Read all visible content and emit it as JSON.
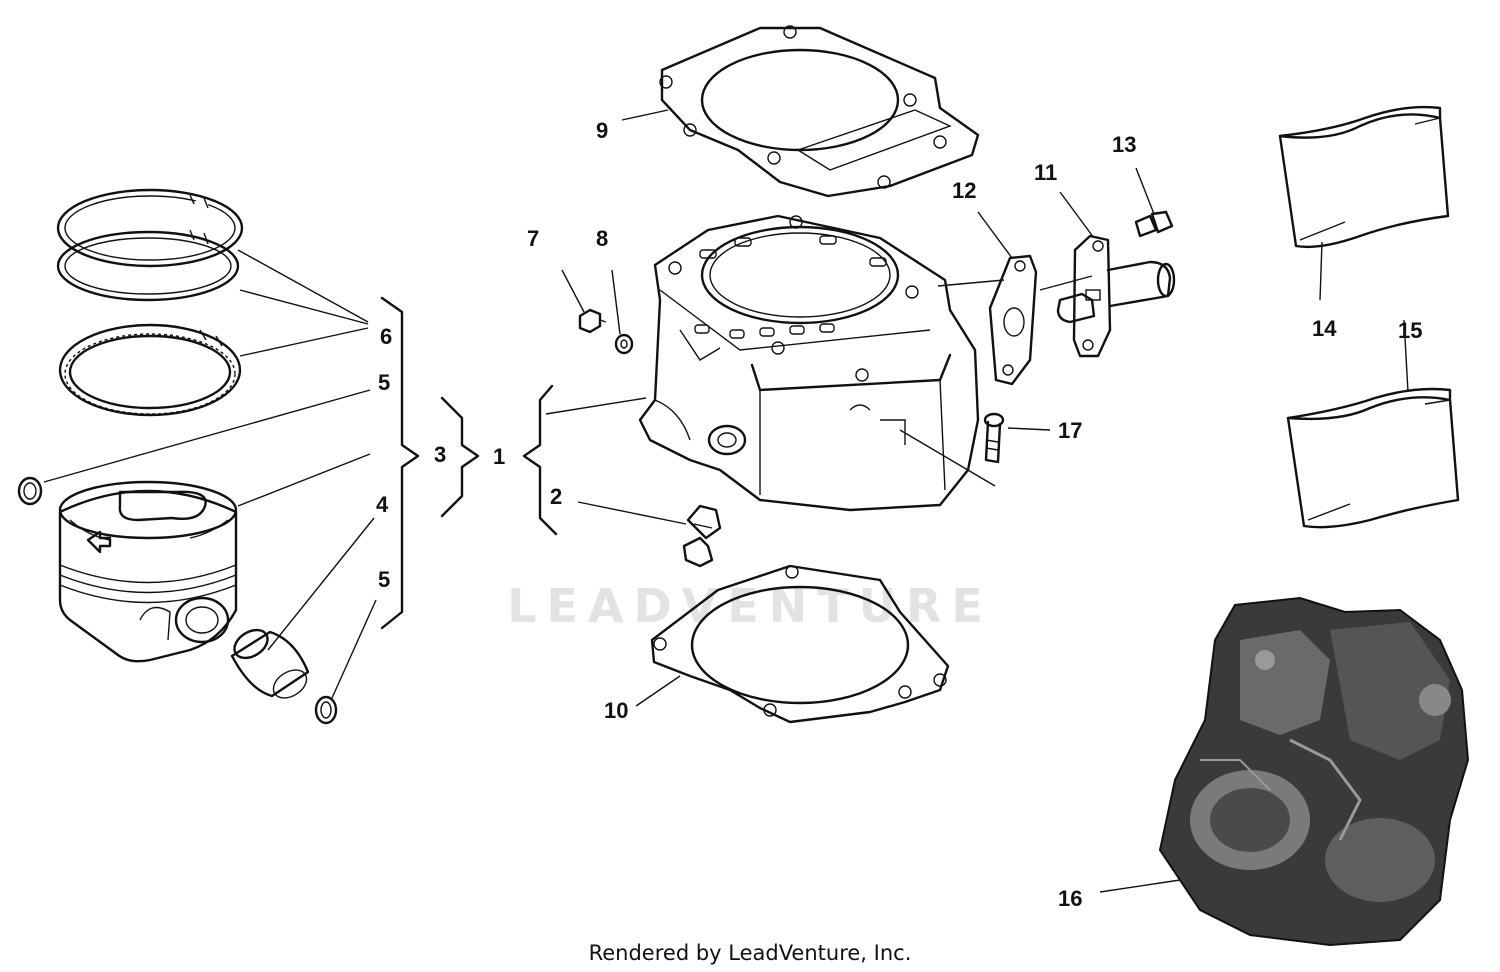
{
  "watermark": "LEADVENTURE",
  "footer": "Rendered by LeadVenture, Inc.",
  "callouts": {
    "c1": "1",
    "c2": "2",
    "c3": "3",
    "c4": "4",
    "c5a": "5",
    "c5b": "5",
    "c6": "6",
    "c7": "7",
    "c8": "8",
    "c9": "9",
    "c10": "10",
    "c11": "11",
    "c12": "12",
    "c13": "13",
    "c14": "14",
    "c15": "15",
    "c16": "16",
    "c17": "17"
  },
  "parts": [
    {
      "ref": "1",
      "icon": "cylinder-icon"
    },
    {
      "ref": "2",
      "icon": "nipple-fitting-icon"
    },
    {
      "ref": "3",
      "icon": "piston-assembly-icon"
    },
    {
      "ref": "4",
      "icon": "piston-pin-icon"
    },
    {
      "ref": "5",
      "icon": "circlip-icon"
    },
    {
      "ref": "6",
      "icon": "piston-rings-icon"
    },
    {
      "ref": "7",
      "icon": "plug-screw-icon"
    },
    {
      "ref": "8",
      "icon": "washer-icon"
    },
    {
      "ref": "9",
      "icon": "head-gasket-icon"
    },
    {
      "ref": "10",
      "icon": "base-gasket-icon"
    },
    {
      "ref": "11",
      "icon": "chain-tensioner-icon"
    },
    {
      "ref": "12",
      "icon": "tensioner-gasket-icon"
    },
    {
      "ref": "13",
      "icon": "tensioner-plug-icon"
    },
    {
      "ref": "14",
      "icon": "sealant-bag-icon"
    },
    {
      "ref": "15",
      "icon": "sealant-bag-icon"
    },
    {
      "ref": "16",
      "icon": "engine-icon"
    },
    {
      "ref": "17",
      "icon": "bolt-icon"
    }
  ]
}
